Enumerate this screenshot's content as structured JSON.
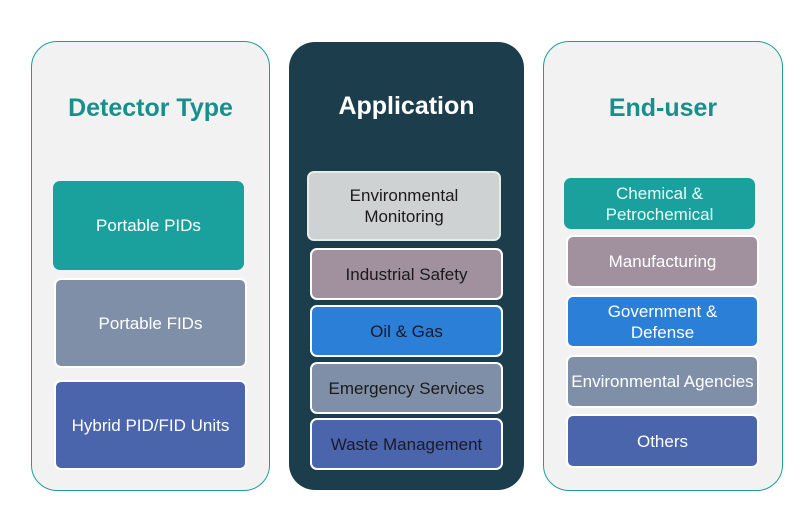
{
  "colors": {
    "teal": "#1aa19d",
    "slate": "#7f8fa8",
    "indigo": "#4a65ac",
    "light_gray": "#cfd2d2",
    "mauve": "#a1919f",
    "blue": "#2c7fd6",
    "dark_panel": "#1c3d4c"
  },
  "columns": [
    {
      "title": "Detector Type",
      "items": [
        "Portable PIDs",
        "Portable FIDs",
        "Hybrid PID/FID Units"
      ]
    },
    {
      "title": "Application",
      "items": [
        "Environmental Monitoring",
        "Industrial Safety",
        "Oil & Gas",
        "Emergency Services",
        "Waste Management"
      ]
    },
    {
      "title": "End-user",
      "items": [
        "Chemical & Petrochemical",
        "Manufacturing",
        "Government & Defense",
        "Environmental Agencies",
        "Others"
      ]
    }
  ]
}
